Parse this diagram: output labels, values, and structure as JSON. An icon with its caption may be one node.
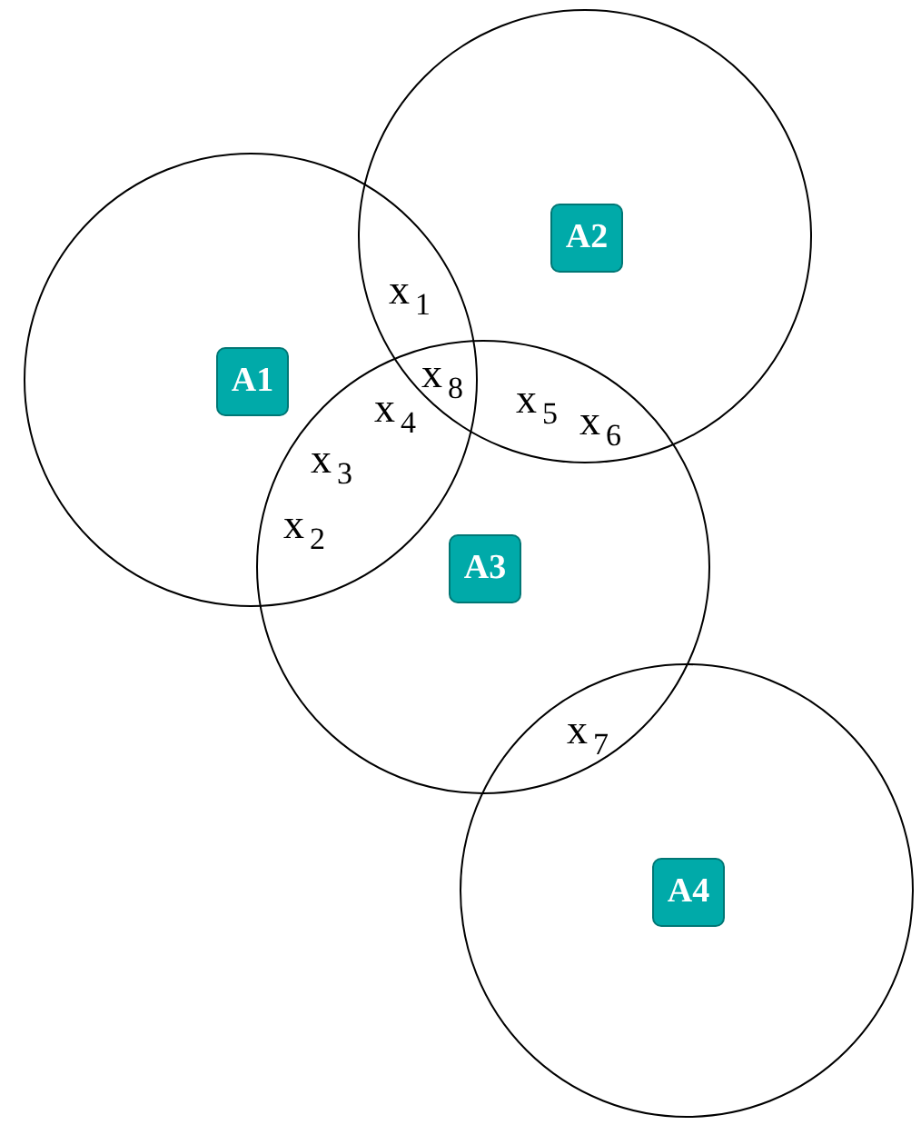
{
  "diagram": {
    "nodes": [
      {
        "text": [],
        "shape": "circle"
      },
      {
        "text": [],
        "shape": "circle"
      },
      {
        "text": [],
        "shape": "circle"
      },
      {
        "text": [],
        "shape": "circle"
      },
      {
        "text": [
          "A1"
        ],
        "in": 0
      },
      {
        "text": [
          "A2"
        ],
        "in": 1
      },
      {
        "text": [
          "A3"
        ],
        "in": 2
      },
      {
        "text": [
          "A4"
        ],
        "in": 3
      }
    ],
    "labels": [
      "x$_{1}$",
      "x$_{8}$",
      "x$_{4}$",
      "x$_{5}$",
      "x$_{6}$",
      "x$_{3}$",
      "x$_{2}$",
      "x$_{7}$"
    ]
  }
}
